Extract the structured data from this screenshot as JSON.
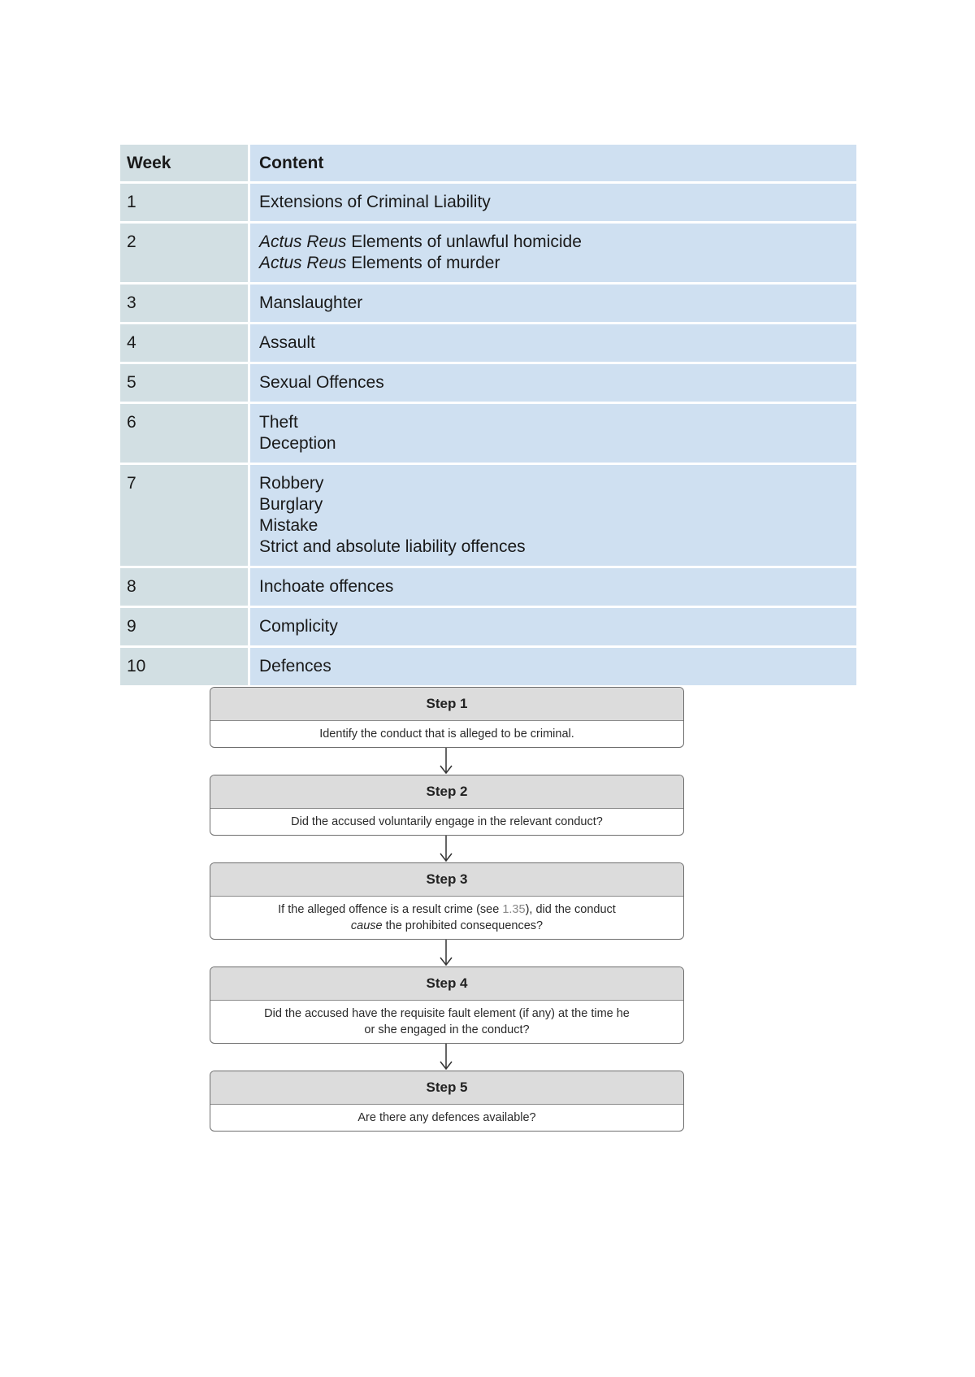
{
  "schedule": {
    "headers": {
      "week": "Week",
      "content": "Content"
    },
    "rows": [
      {
        "week": "1",
        "lines": [
          {
            "italic": "",
            "text": "Extensions of Criminal Liability"
          }
        ]
      },
      {
        "week": "2",
        "lines": [
          {
            "italic": "Actus Reus",
            "text": " Elements of unlawful homicide"
          },
          {
            "italic": "Actus Reus",
            "text": " Elements of murder"
          }
        ]
      },
      {
        "week": "3",
        "lines": [
          {
            "italic": "",
            "text": "Manslaughter"
          }
        ]
      },
      {
        "week": "4",
        "lines": [
          {
            "italic": "",
            "text": "Assault"
          }
        ]
      },
      {
        "week": "5",
        "lines": [
          {
            "italic": "",
            "text": "Sexual Offences"
          }
        ]
      },
      {
        "week": "6",
        "lines": [
          {
            "italic": "",
            "text": "Theft"
          },
          {
            "italic": "",
            "text": "Deception"
          }
        ]
      },
      {
        "week": "7",
        "lines": [
          {
            "italic": "",
            "text": "Robbery"
          },
          {
            "italic": "",
            "text": "Burglary"
          },
          {
            "italic": "",
            "text": "Mistake"
          },
          {
            "italic": "",
            "text": "Strict and absolute liability offences"
          }
        ]
      },
      {
        "week": "8",
        "lines": [
          {
            "italic": "",
            "text": "Inchoate offences"
          }
        ]
      },
      {
        "week": "9",
        "lines": [
          {
            "italic": "",
            "text": "Complicity"
          }
        ]
      },
      {
        "week": "10",
        "lines": [
          {
            "italic": "",
            "text": "Defences"
          }
        ]
      }
    ]
  },
  "flowchart": {
    "steps": [
      {
        "title": "Step 1",
        "body": [
          [
            {
              "t": "Identify the conduct that is alleged to be criminal.",
              "s": ""
            }
          ]
        ]
      },
      {
        "title": "Step 2",
        "body": [
          [
            {
              "t": "Did the accused voluntarily engage in the relevant conduct?",
              "s": ""
            }
          ]
        ]
      },
      {
        "title": "Step 3",
        "body": [
          [
            {
              "t": "If the alleged offence is a result crime (see ",
              "s": ""
            },
            {
              "t": "1.35",
              "s": "ref"
            },
            {
              "t": "), did the conduct",
              "s": ""
            }
          ],
          [
            {
              "t": "cause",
              "s": "em"
            },
            {
              "t": " the prohibited consequences?",
              "s": ""
            }
          ]
        ]
      },
      {
        "title": "Step 4",
        "body": [
          [
            {
              "t": "Did the accused have the requisite fault element (if any) at the time he",
              "s": ""
            }
          ],
          [
            {
              "t": "or she engaged in the conduct?",
              "s": ""
            }
          ]
        ]
      },
      {
        "title": "Step 5",
        "body": [
          [
            {
              "t": "Are there any defences available?",
              "s": ""
            }
          ]
        ]
      }
    ]
  },
  "colors": {
    "week_column": "#d2dfe3",
    "content_column": "#cfe0f1",
    "step_header": "#dcdcdc",
    "step_border": "#6e6e6e"
  }
}
